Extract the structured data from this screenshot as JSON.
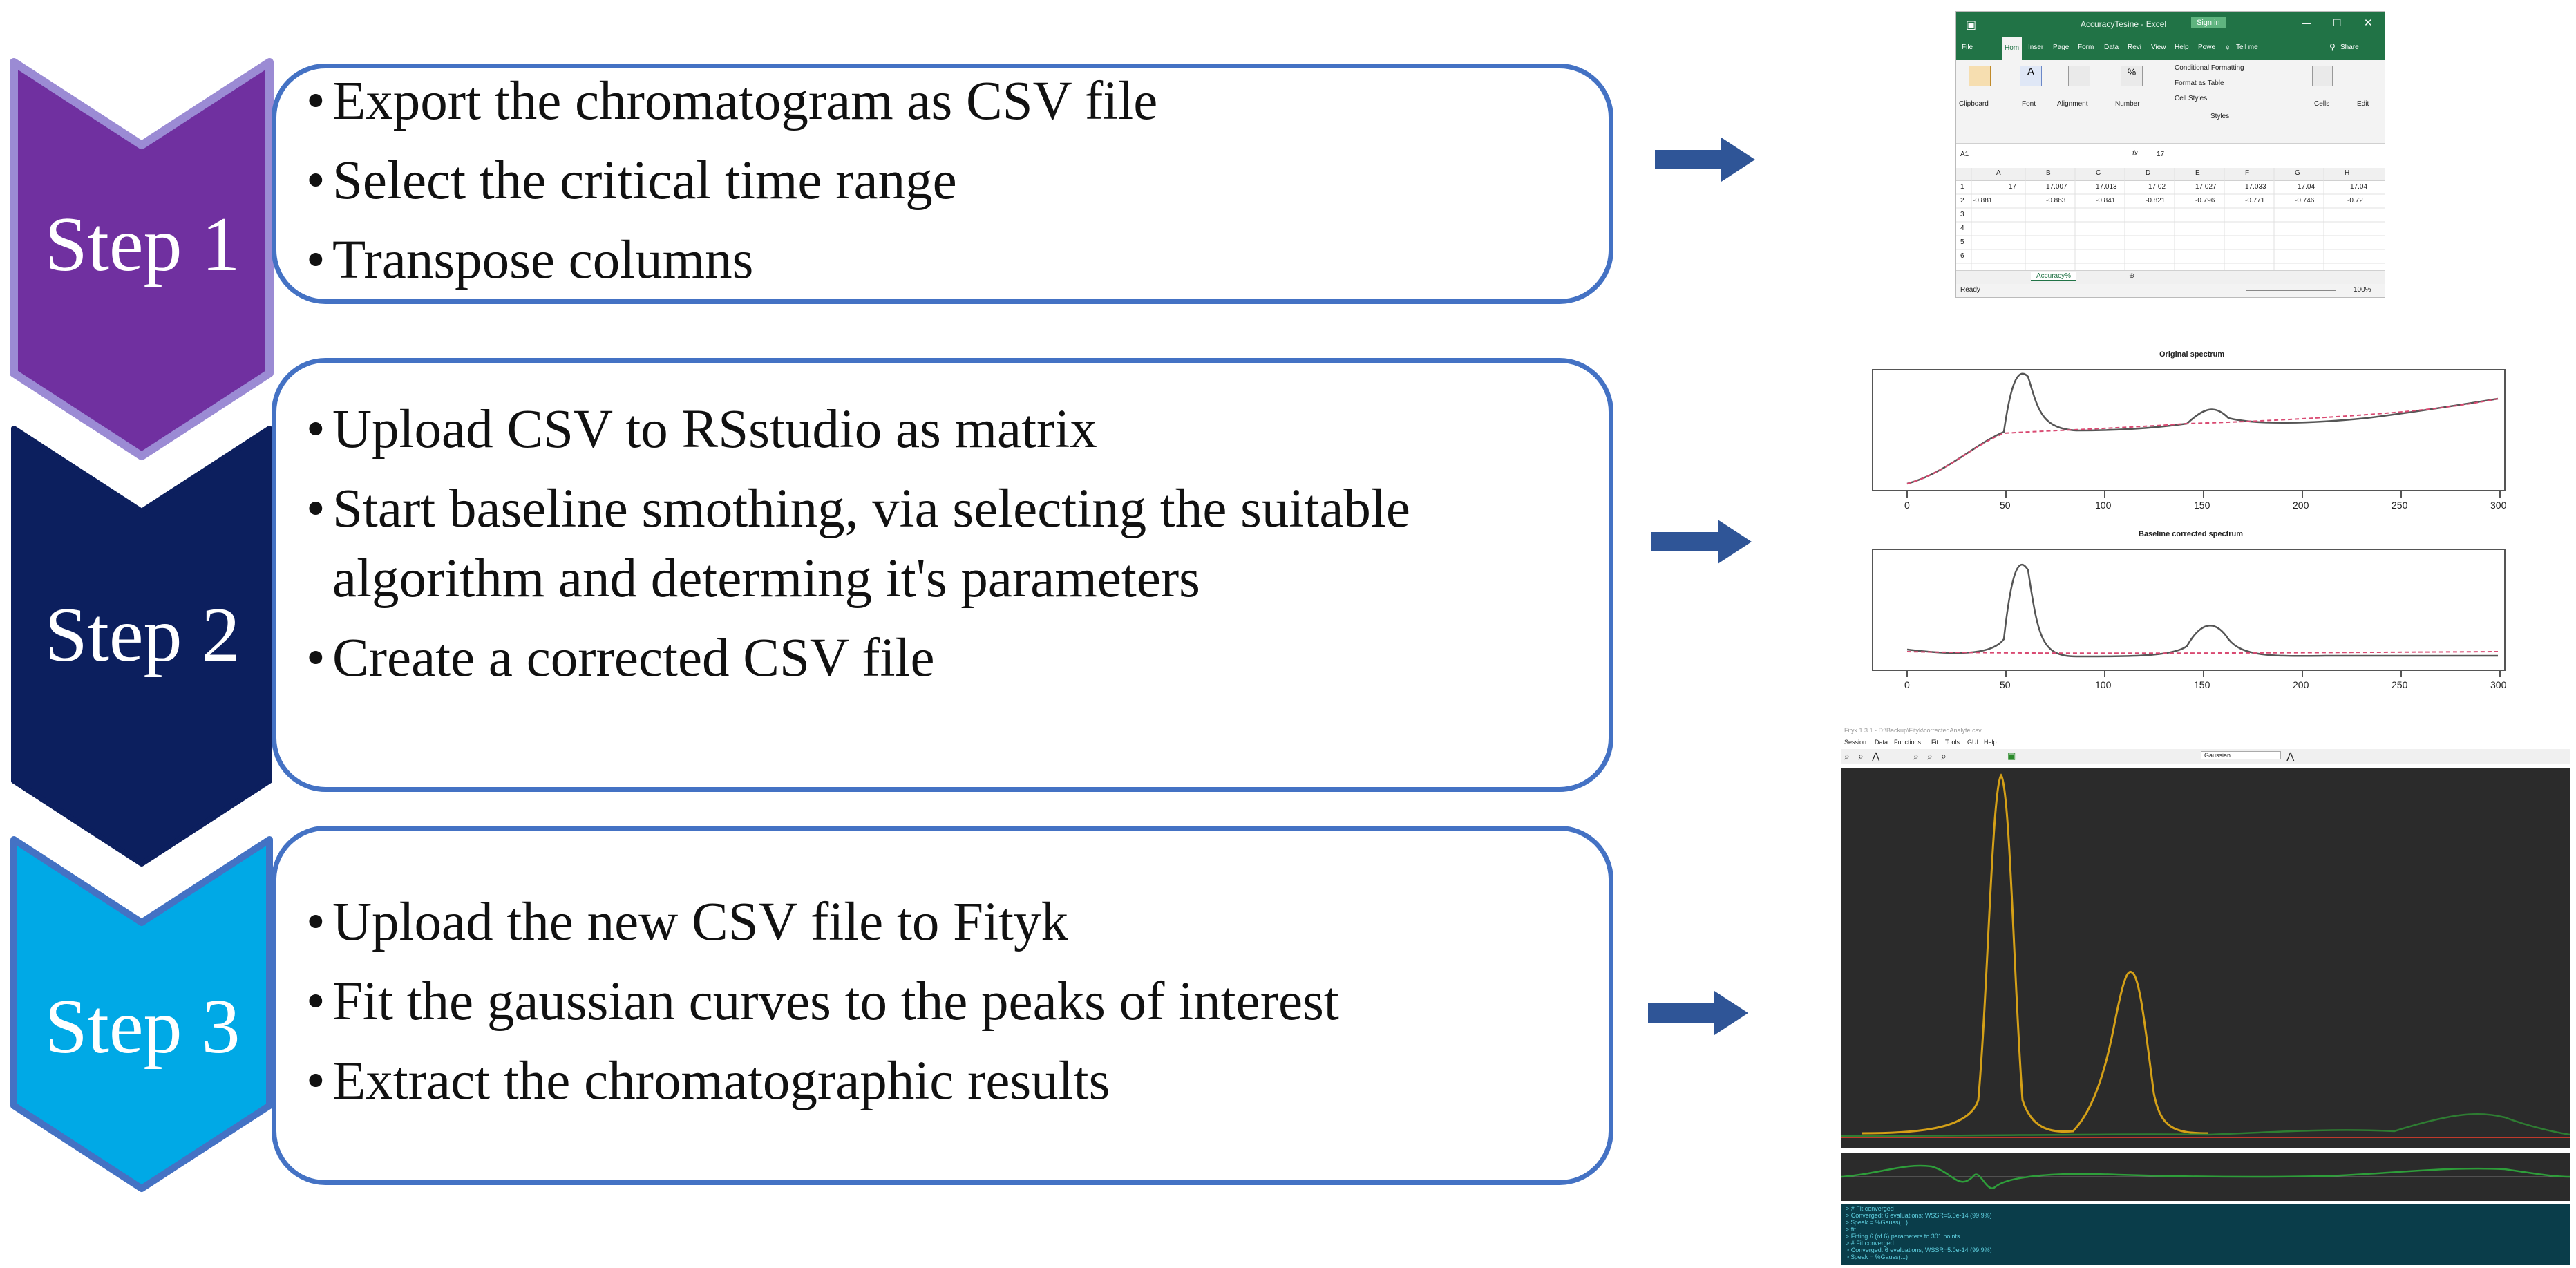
{
  "steps": [
    {
      "label": "Step 1",
      "color": "#7030a0",
      "bullets": [
        "Export the chromatogram as CSV file",
        "Select the critical time range",
        "Transpose columns"
      ]
    },
    {
      "label": "Step 2",
      "color": "#0c1f5e",
      "bullets": [
        "Upload CSV to RSstudio as matrix",
        "Start baseline smothing, via selecting the suitable",
        "algorithm and determing it's parameters",
        "Create a corrected CSV file"
      ]
    },
    {
      "label": "Step 3",
      "color": "#00a9e6",
      "bullets": [
        "Upload the new CSV file to Fityk",
        "Fit the gaussian curves to the peaks of interest",
        "Extract the chromatographic results"
      ]
    }
  ],
  "bullet_glyph": "•",
  "excel": {
    "title": "AccuracyTesine - Excel",
    "signin": "Sign in",
    "tabs": [
      "File",
      "Hom",
      "Inser",
      "Page",
      "Form",
      "Data",
      "Revi",
      "View",
      "Help",
      "Powe",
      "Tell me",
      "Share"
    ],
    "ribbon": {
      "clipboard": "Clipboard",
      "font": "Font",
      "alignment": "Alignment",
      "number": "Number",
      "cond_format": "Conditional Formatting",
      "format_table": "Format as Table",
      "cell_styles": "Cell Styles",
      "styles": "Styles",
      "cells": "Cells",
      "edit": "Edit"
    },
    "name_box": "A1",
    "formula_value": "17",
    "columns": [
      "A",
      "B",
      "C",
      "D",
      "E",
      "F",
      "G",
      "H"
    ],
    "rows": [
      {
        "n": "1",
        "cells": [
          "17",
          "17.007",
          "17.013",
          "17.02",
          "17.027",
          "17.033",
          "17.04",
          "17.04"
        ]
      },
      {
        "n": "2",
        "cells": [
          "-0.881",
          "-0.863",
          "-0.841",
          "-0.821",
          "-0.796",
          "-0.771",
          "-0.746",
          "-0.72"
        ]
      },
      {
        "n": "3",
        "cells": []
      },
      {
        "n": "4",
        "cells": []
      },
      {
        "n": "5",
        "cells": []
      },
      {
        "n": "6",
        "cells": []
      }
    ],
    "sheet_tab": "Accuracy%",
    "status": "Ready",
    "zoom": "100%"
  },
  "rplot": {
    "top_title": "Original spectrum",
    "bottom_title": "Baseline corrected spectrum",
    "x_ticks": [
      "0",
      "50",
      "100",
      "150",
      "200",
      "250",
      "300"
    ]
  },
  "fityk": {
    "title": "Fityk 1.3.1 - D:\\Backup\\Fityk\\correctedAnalyte.csv",
    "menu": [
      "Session",
      "Data",
      "Functions",
      "Fit",
      "Tools",
      "GUI",
      "Help"
    ],
    "combo_value": "Gaussian",
    "log_lines": [
      "> # Fit converged",
      "> Converged: 6 evaluations; WSSR=5.0e-14 (99.9%)",
      "> $peak = %Gauss(...)",
      "> fit",
      "> Fitting 6 (of 6) parameters to 301 points ...",
      "> # Fit converged",
      "> Converged: 6 evaluations; WSSR=5.0e-14 (99.9%)",
      "> $peak = %Gauss(...)"
    ]
  }
}
